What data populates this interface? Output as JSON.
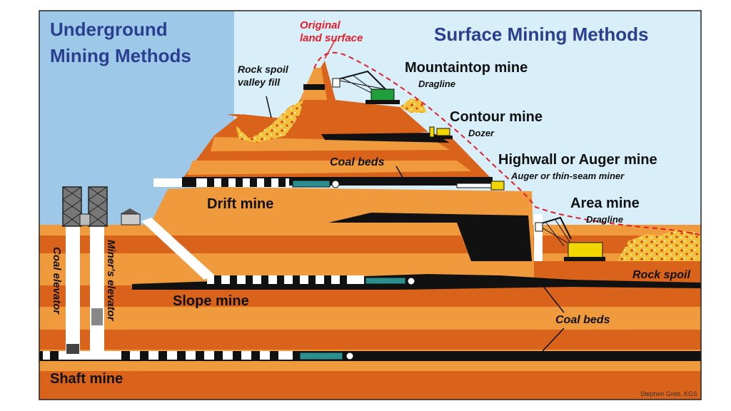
{
  "titles": {
    "underground_line1": "Underground",
    "underground_line2": "Mining  Methods",
    "surface": "Surface Mining  Methods"
  },
  "labels": {
    "original_surface_line1": "Original",
    "original_surface_line2": "land surface",
    "rock_spoil_valley_line1": "Rock spoil",
    "rock_spoil_valley_line2": "valley fill",
    "mountaintop": "Mountaintop mine",
    "mountaintop_equipment": "Dragline",
    "contour": "Contour mine",
    "contour_equipment": "Dozer",
    "coal_beds_upper": "Coal  beds",
    "highwall": "Highwall or Auger mine",
    "highwall_equipment": "Auger  or  thin-seam  miner",
    "area": "Area mine",
    "area_equipment": "Dragline",
    "drift": "Drift mine",
    "rock_spoil": "Rock spoil",
    "slope": "Slope mine",
    "coal_beds_lower": "Coal  beds",
    "shaft": "Shaft mine",
    "coal_elevator": "Coal elevator",
    "miners_elevator": "Miner's elevator"
  },
  "credit": "Stephen Greb, KGS",
  "colors": {
    "sky_underground": "#9ec8e8",
    "sky_surface": "#d8eef8",
    "rock_dark": "#d9631b",
    "rock_light": "#ef9a3c",
    "coal": "#111111",
    "title_blue": "#2a3f8f",
    "surface_line": "#e0202a",
    "spoil": "#f2c23a",
    "machine_green": "#1f9e3c",
    "machine_yellow": "#f2d600",
    "vehicle_teal": "#2c8f8f"
  }
}
